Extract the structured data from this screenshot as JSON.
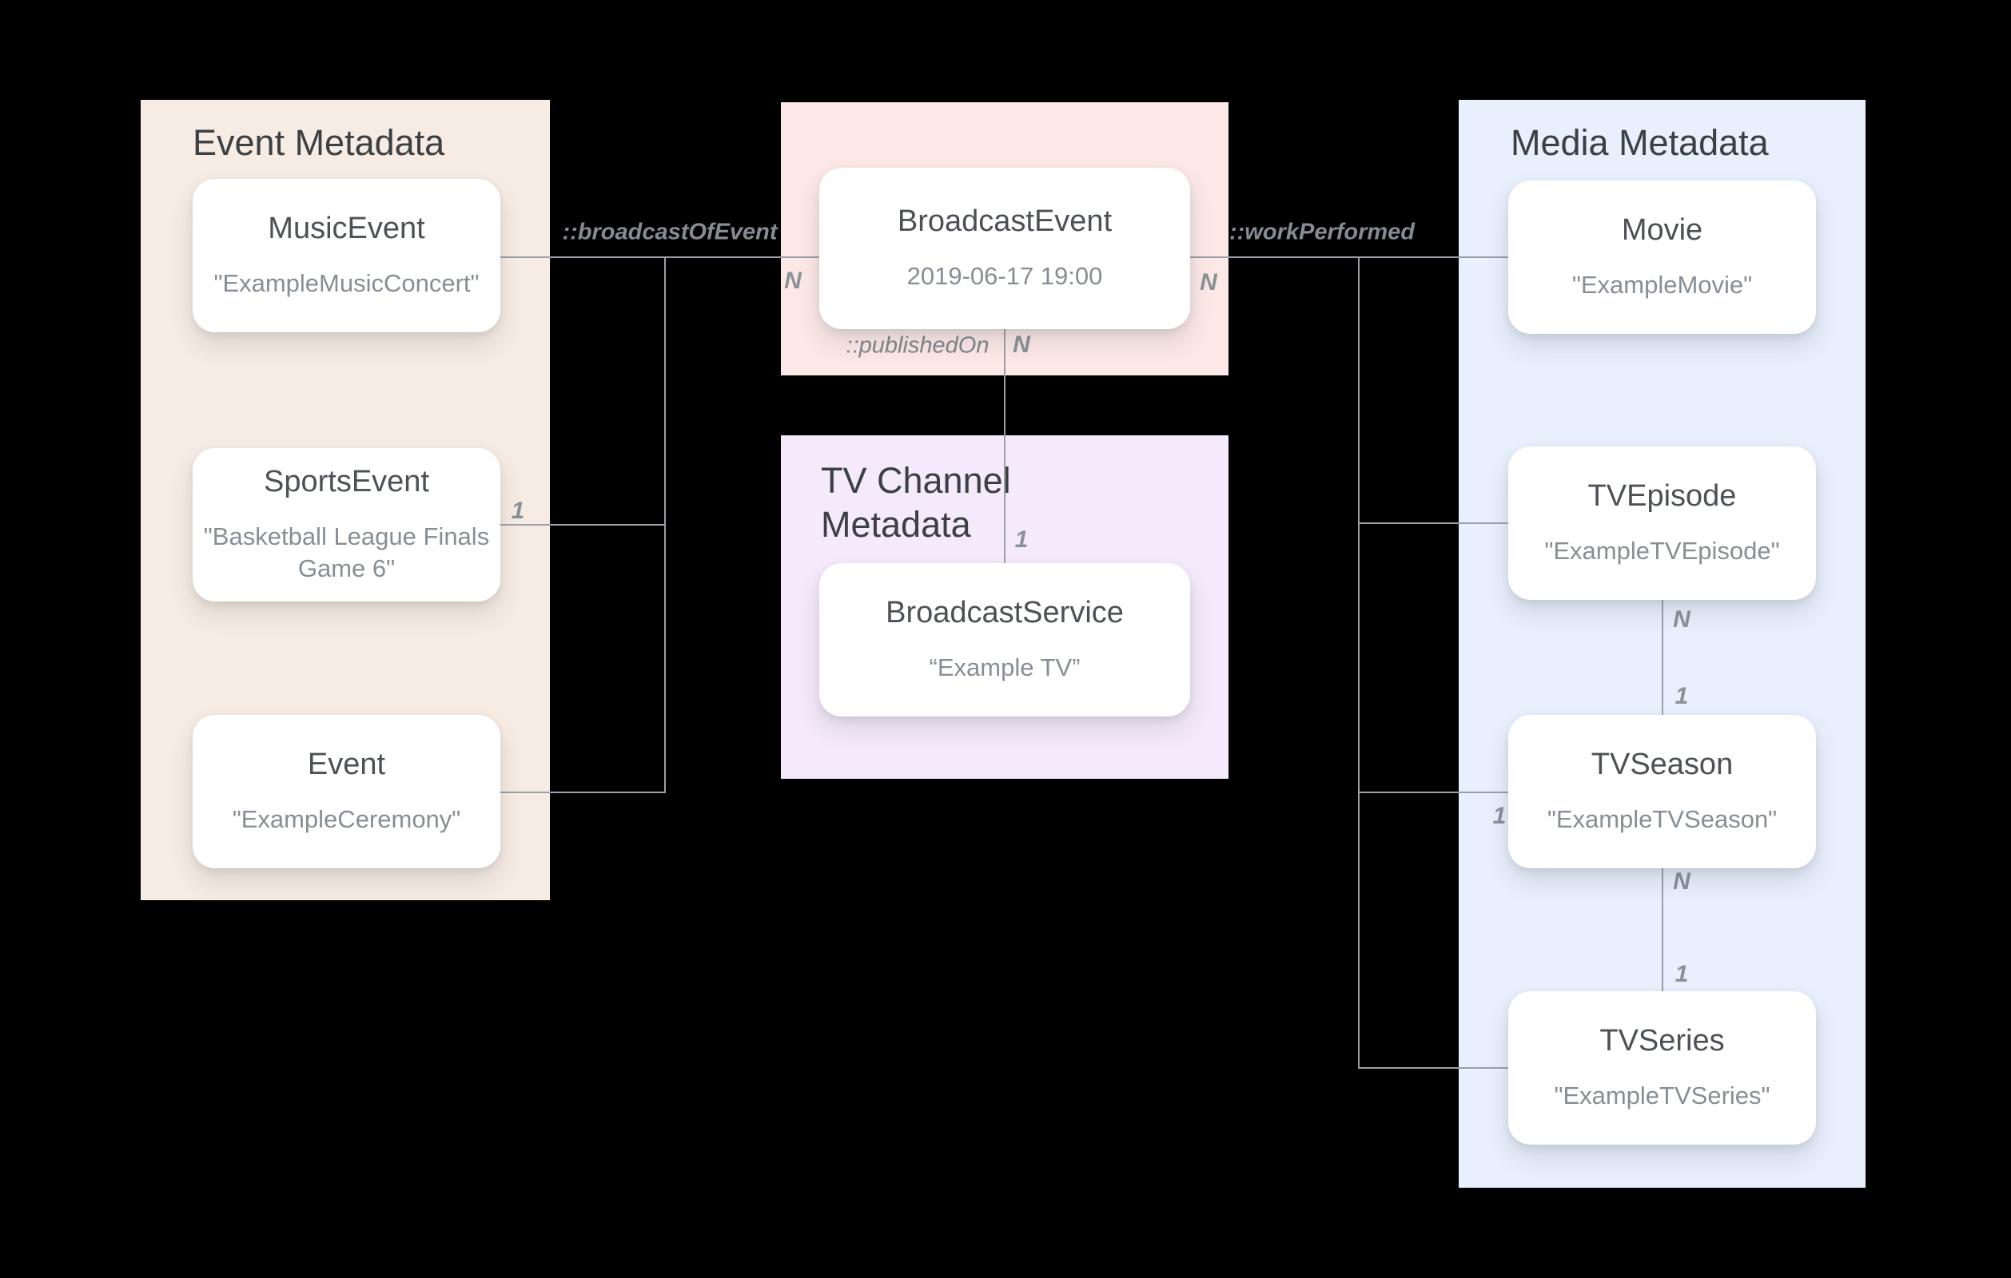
{
  "panels": {
    "event": {
      "title": "Event Metadata"
    },
    "tv_channel": {
      "title": "TV Channel\nMetadata"
    },
    "media": {
      "title": "Media Metadata"
    }
  },
  "nodes": {
    "music_event": {
      "title": "MusicEvent",
      "subtitle": "\"ExampleMusicConcert\""
    },
    "sports_event": {
      "title": "SportsEvent",
      "subtitle": "\"Basketball League Finals Game 6\""
    },
    "event": {
      "title": "Event",
      "subtitle": "\"ExampleCeremony\""
    },
    "broadcast_event": {
      "title": "BroadcastEvent",
      "subtitle": "2019-06-17 19:00"
    },
    "broadcast_service": {
      "title": "BroadcastService",
      "subtitle": "“Example TV”"
    },
    "movie": {
      "title": "Movie",
      "subtitle": "\"ExampleMovie\""
    },
    "tv_episode": {
      "title": "TVEpisode",
      "subtitle": "\"ExampleTVEpisode\""
    },
    "tv_season": {
      "title": "TVSeason",
      "subtitle": "\"ExampleTVSeason\""
    },
    "tv_series": {
      "title": "TVSeries",
      "subtitle": "\"ExampleTVSeries\""
    }
  },
  "edge_labels": {
    "broadcast_of_event": "::broadcastOfEvent",
    "work_performed": "::workPerformed",
    "published_on": "::publishedOn",
    "broadcast_of_event_n": "N",
    "work_performed_n": "N",
    "published_on_n": "N",
    "published_on_1": "1",
    "sports_event_1": "1",
    "tv_season_1": "1",
    "episode_season_n": "N",
    "episode_season_1": "1",
    "season_series_n": "N",
    "season_series_1": "1"
  },
  "colors": {
    "background": "#000000",
    "event_panel": "#f7ece4",
    "broadcast_panel": "#fce8e6",
    "tv_channel_panel": "#f5eafc",
    "media_panel": "#e8effd",
    "node_background": "#ffffff",
    "connector_line": "#9aa0a6",
    "panel_title_text": "#3c4043",
    "node_title_text": "#4d5156",
    "node_subtitle_text": "#878e95",
    "edge_label_text": "#80868b"
  }
}
